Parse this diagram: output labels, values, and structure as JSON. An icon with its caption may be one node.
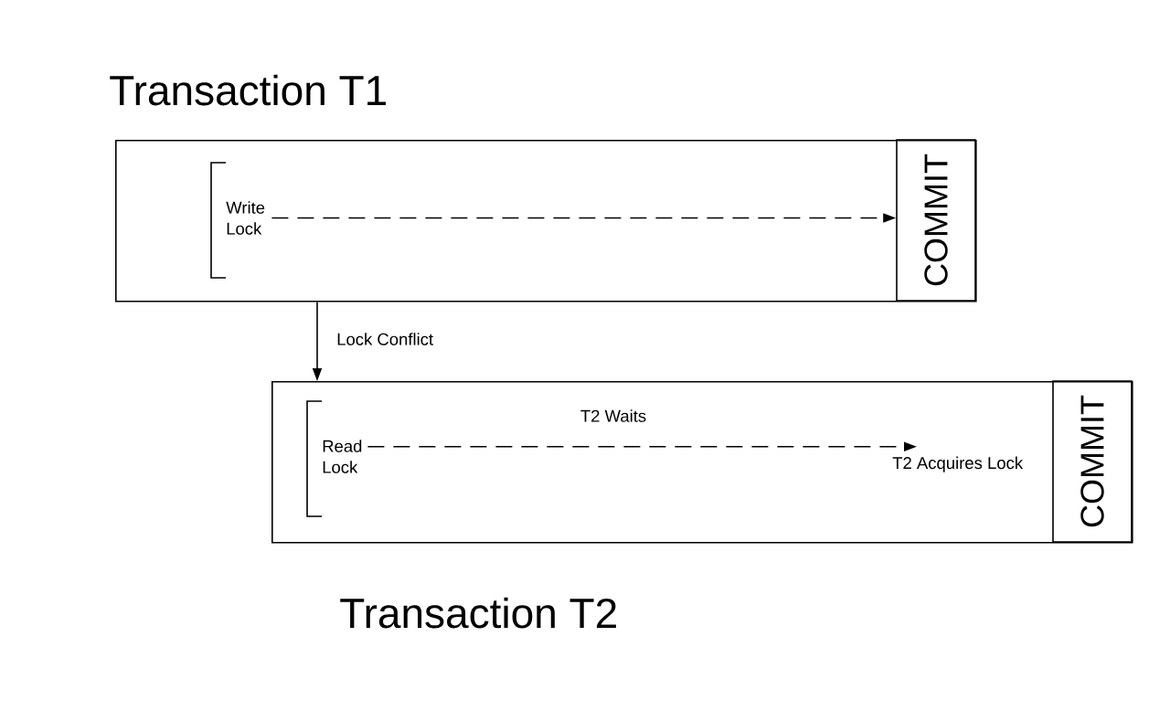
{
  "diagram": {
    "nodes": [
      {
        "text": [
          "Transaction T1"
        ]
      },
      {
        "text": [
          "Write Lock"
        ],
        "in": 0
      },
      {
        "text": [
          "COMMIT"
        ],
        "in": 0
      },
      {
        "text": [
          "Transaction T2"
        ]
      },
      {
        "text": [
          "Read Lock"
        ],
        "in": 3
      },
      {
        "text": [
          "T2 Acquires Lock"
        ],
        "in": 3
      },
      {
        "text": [
          "COMMIT"
        ],
        "in": 3
      }
    ],
    "edges": [
      {
        "from": 1,
        "to": 2,
        "arrow": "to",
        "style": "dashed"
      },
      {
        "from": 0,
        "to": 3,
        "arrow": "to",
        "label": "Lock Conflict"
      },
      {
        "from": 4,
        "to": 5,
        "arrow": "to",
        "label": "T2 Waits",
        "style": "dashed"
      }
    ]
  }
}
